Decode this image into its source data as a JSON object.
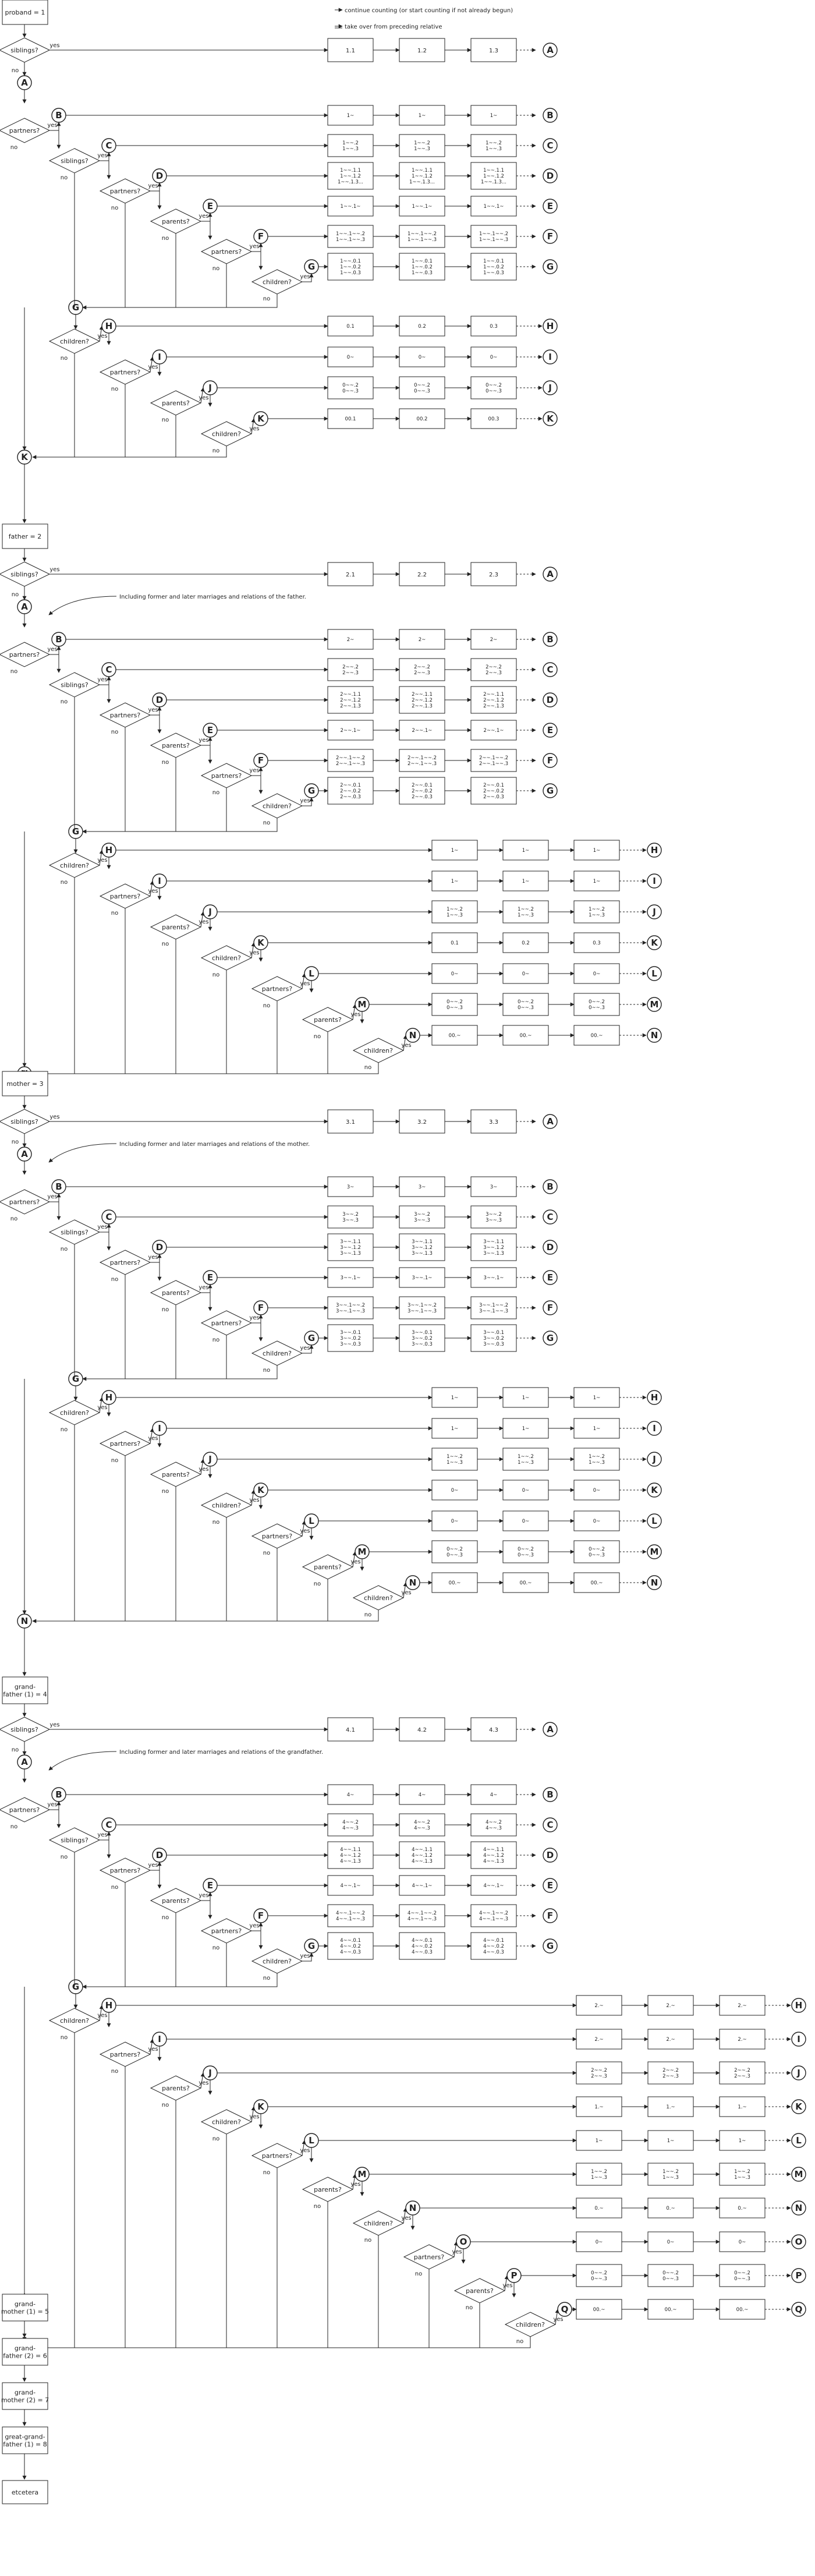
{
  "legend": {
    "continue": "continue counting (or start counting if not already begun)",
    "takeover": "take over from preceding relative"
  },
  "labels": {
    "yes": "yes",
    "no": "no",
    "siblings": "siblings?",
    "partners": "partners?",
    "children": "children?",
    "parents": "parents?"
  },
  "sections": [
    {
      "start": "proband = 1",
      "code": "1",
      "note": "",
      "deep": false,
      "sib": [
        "1.1",
        "1.2",
        "1.3"
      ],
      "pB": [
        "1~",
        "1~",
        "1~"
      ],
      "pC": [
        [
          "1~~.2",
          "1~~.3"
        ],
        [
          "1~~.2",
          "1~~.3"
        ],
        [
          "1~~.2",
          "1~~.3"
        ]
      ],
      "pD": [
        [
          "1~~.1.1",
          "1~~.1.2",
          "1~~.1.3..."
        ],
        [
          "1~~.1.1",
          "1~~.1.2",
          "1~~.1.3..."
        ],
        [
          "1~~.1.1",
          "1~~.1.2",
          "1~~.1.3..."
        ]
      ],
      "pE": [
        "1~~.1~",
        "1~~.1~",
        "1~~.1~"
      ],
      "pF": [
        [
          "1~~.1~~.2",
          "1~~.1~~.3"
        ],
        [
          "1~~.1~~.2",
          "1~~.1~~.3"
        ],
        [
          "1~~.1~~.2",
          "1~~.1~~.3"
        ]
      ],
      "pG": [
        [
          "1~~.0.1",
          "1~~.0.2",
          "1~~.0.3"
        ],
        [
          "1~~.0.1",
          "1~~.0.2",
          "1~~.0.3"
        ],
        [
          "1~~.0.1",
          "1~~.0.2",
          "1~~.0.3"
        ]
      ],
      "lower": [
        {
          "c": "H",
          "v": [
            [
              "0.1"
            ],
            [
              "0.2"
            ],
            [
              "0.3"
            ]
          ]
        },
        {
          "c": "I",
          "v": [
            [
              "0~"
            ],
            [
              "0~"
            ],
            [
              "0~"
            ]
          ]
        },
        {
          "c": "J",
          "v": [
            [
              "0~~.2",
              "0~~.3"
            ],
            [
              "0~~.2",
              "0~~.3"
            ],
            [
              "0~~.2",
              "0~~.3"
            ]
          ]
        },
        {
          "c": "K",
          "v": [
            [
              "00.1"
            ],
            [
              "00.2"
            ],
            [
              "00.3"
            ]
          ]
        }
      ],
      "end": "K"
    },
    {
      "start": "father = 2",
      "code": "2",
      "note": "Including former and later marriages and relations of the father.",
      "deep": false,
      "sib": [
        "2.1",
        "2.2",
        "2.3"
      ],
      "pB": [
        "2~",
        "2~",
        "2~"
      ],
      "pC": [
        [
          "2~~.2",
          "2~~.3"
        ],
        [
          "2~~.2",
          "2~~.3"
        ],
        [
          "2~~.2",
          "2~~.3"
        ]
      ],
      "pD": [
        [
          "2~~.1.1",
          "2~~.1.2",
          "2~~.1.3"
        ],
        [
          "2~~.1.1",
          "2~~.1.2",
          "2~~.1.3"
        ],
        [
          "2~~.1.1",
          "2~~.1.2",
          "2~~.1.3"
        ]
      ],
      "pE": [
        "2~~.1~",
        "2~~.1~",
        "2~~.1~"
      ],
      "pF": [
        [
          "2~~.1~~.2",
          "2~~.1~~.3"
        ],
        [
          "2~~.1~~.2",
          "2~~.1~~.3"
        ],
        [
          "2~~.1~~.2",
          "2~~.1~~.3"
        ]
      ],
      "pG": [
        [
          "2~~.0.1",
          "2~~.0.2",
          "2~~.0.3"
        ],
        [
          "2~~.0.1",
          "2~~.0.2",
          "2~~.0.3"
        ],
        [
          "2~~.0.1",
          "2~~.0.2",
          "2~~.0.3"
        ]
      ],
      "lower": [
        {
          "c": "H",
          "v": [
            [
              "1~"
            ],
            [
              "1~"
            ],
            [
              "1~"
            ]
          ]
        },
        {
          "c": "I",
          "v": [
            [
              "1~"
            ],
            [
              "1~"
            ],
            [
              "1~"
            ]
          ]
        },
        {
          "c": "J",
          "v": [
            [
              "1~~.2",
              "1~~.3"
            ],
            [
              "1~~.2",
              "1~~.3"
            ],
            [
              "1~~.2",
              "1~~.3"
            ]
          ]
        },
        {
          "c": "K",
          "v": [
            [
              "0.1"
            ],
            [
              "0.2"
            ],
            [
              "0.3"
            ]
          ]
        },
        {
          "c": "L",
          "v": [
            [
              "0~"
            ],
            [
              "0~"
            ],
            [
              "0~"
            ]
          ]
        },
        {
          "c": "M",
          "v": [
            [
              "0~~.2",
              "0~~.3"
            ],
            [
              "0~~.2",
              "0~~.3"
            ],
            [
              "0~~.2",
              "0~~.3"
            ]
          ]
        },
        {
          "c": "N",
          "v": [
            [
              "00.~"
            ],
            [
              "00.~"
            ],
            [
              "00.~"
            ]
          ]
        }
      ],
      "end": "N"
    },
    {
      "start": "mother = 3",
      "code": "3",
      "note": "Including former and later marriages and relations of the mother.",
      "deep": false,
      "sib": [
        "3.1",
        "3.2",
        "3.3"
      ],
      "pB": [
        "3~",
        "3~",
        "3~"
      ],
      "pC": [
        [
          "3~~.2",
          "3~~.3"
        ],
        [
          "3~~.2",
          "3~~.3"
        ],
        [
          "3~~.2",
          "3~~.3"
        ]
      ],
      "pD": [
        [
          "3~~.1.1",
          "3~~.1.2",
          "3~~.1.3"
        ],
        [
          "3~~.1.1",
          "3~~.1.2",
          "3~~.1.3"
        ],
        [
          "3~~.1.1",
          "3~~.1.2",
          "3~~.1.3"
        ]
      ],
      "pE": [
        "3~~.1~",
        "3~~.1~",
        "3~~.1~"
      ],
      "pF": [
        [
          "3~~.1~~.2",
          "3~~.1~~.3"
        ],
        [
          "3~~.1~~.2",
          "3~~.1~~.3"
        ],
        [
          "3~~.1~~.2",
          "3~~.1~~.3"
        ]
      ],
      "pG": [
        [
          "3~~.0.1",
          "3~~.0.2",
          "3~~.0.3"
        ],
        [
          "3~~.0.1",
          "3~~.0.2",
          "3~~.0.3"
        ],
        [
          "3~~.0.1",
          "3~~.0.2",
          "3~~.0.3"
        ]
      ],
      "lower": [
        {
          "c": "H",
          "v": [
            [
              "1~"
            ],
            [
              "1~"
            ],
            [
              "1~"
            ]
          ]
        },
        {
          "c": "I",
          "v": [
            [
              "1~"
            ],
            [
              "1~"
            ],
            [
              "1~"
            ]
          ]
        },
        {
          "c": "J",
          "v": [
            [
              "1~~.2",
              "1~~.3"
            ],
            [
              "1~~.2",
              "1~~.3"
            ],
            [
              "1~~.2",
              "1~~.3"
            ]
          ]
        },
        {
          "c": "K",
          "v": [
            [
              "0~"
            ],
            [
              "0~"
            ],
            [
              "0~"
            ]
          ]
        },
        {
          "c": "L",
          "v": [
            [
              "0~"
            ],
            [
              "0~"
            ],
            [
              "0~"
            ]
          ]
        },
        {
          "c": "M",
          "v": [
            [
              "0~~.2",
              "0~~.3"
            ],
            [
              "0~~.2",
              "0~~.3"
            ],
            [
              "0~~.2",
              "0~~.3"
            ]
          ]
        },
        {
          "c": "N",
          "v": [
            [
              "00.~"
            ],
            [
              "00.~"
            ],
            [
              "00.~"
            ]
          ]
        }
      ],
      "end": "N"
    },
    {
      "start": "grand-father (1) = 4",
      "code": "4",
      "note": "Including former and later marriages and relations of the grandfather.",
      "deep": true,
      "sib": [
        "4.1",
        "4.2",
        "4.3"
      ],
      "pB": [
        "4~",
        "4~",
        "4~"
      ],
      "pC": [
        [
          "4~~.2",
          "4~~.3"
        ],
        [
          "4~~.2",
          "4~~.3"
        ],
        [
          "4~~.2",
          "4~~.3"
        ]
      ],
      "pD": [
        [
          "4~~.1.1",
          "4~~.1.2",
          "4~~.1.3"
        ],
        [
          "4~~.1.1",
          "4~~.1.2",
          "4~~.1.3"
        ],
        [
          "4~~.1.1",
          "4~~.1.2",
          "4~~.1.3"
        ]
      ],
      "pE": [
        "4~~.1~",
        "4~~.1~",
        "4~~.1~"
      ],
      "pF": [
        [
          "4~~.1~~.2",
          "4~~.1~~.3"
        ],
        [
          "4~~.1~~.2",
          "4~~.1~~.3"
        ],
        [
          "4~~.1~~.2",
          "4~~.1~~.3"
        ]
      ],
      "pG": [
        [
          "4~~.0.1",
          "4~~.0.2",
          "4~~.0.3"
        ],
        [
          "4~~.0.1",
          "4~~.0.2",
          "4~~.0.3"
        ],
        [
          "4~~.0.1",
          "4~~.0.2",
          "4~~.0.3"
        ]
      ],
      "lower": [
        {
          "c": "H",
          "v": [
            [
              "2.~"
            ],
            [
              "2.~"
            ],
            [
              "2.~"
            ]
          ]
        },
        {
          "c": "I",
          "v": [
            [
              "2.~"
            ],
            [
              "2.~"
            ],
            [
              "2.~"
            ]
          ]
        },
        {
          "c": "J",
          "v": [
            [
              "2~~.2",
              "2~~.3"
            ],
            [
              "2~~.2",
              "2~~.3"
            ],
            [
              "2~~.2",
              "2~~.3"
            ]
          ]
        },
        {
          "c": "K",
          "v": [
            [
              "1.~"
            ],
            [
              "1.~"
            ],
            [
              "1.~"
            ]
          ]
        },
        {
          "c": "L",
          "v": [
            [
              "1~"
            ],
            [
              "1~"
            ],
            [
              "1~"
            ]
          ]
        },
        {
          "c": "M",
          "v": [
            [
              "1~~.2",
              "1~~.3"
            ],
            [
              "1~~.2",
              "1~~.3"
            ],
            [
              "1~~.2",
              "1~~.3"
            ]
          ]
        },
        {
          "c": "N",
          "v": [
            [
              "0.~"
            ],
            [
              "0.~"
            ],
            [
              "0.~"
            ]
          ]
        },
        {
          "c": "O",
          "v": [
            [
              "0~"
            ],
            [
              "0~"
            ],
            [
              "0~"
            ]
          ]
        },
        {
          "c": "P",
          "v": [
            [
              "0~~.2",
              "0~~.3"
            ],
            [
              "0~~.2",
              "0~~.3"
            ],
            [
              "0~~.2",
              "0~~.3"
            ]
          ]
        },
        {
          "c": "Q",
          "v": [
            [
              "00.~"
            ],
            [
              "00.~"
            ],
            [
              "00.~"
            ]
          ]
        }
      ],
      "end": "Q"
    }
  ],
  "tail": [
    "grand-mother (1) = 5",
    "grand-father (2) = 6",
    "grand-mother (2) = 7",
    "great-grand-father (1) = 8",
    "etcetera"
  ]
}
